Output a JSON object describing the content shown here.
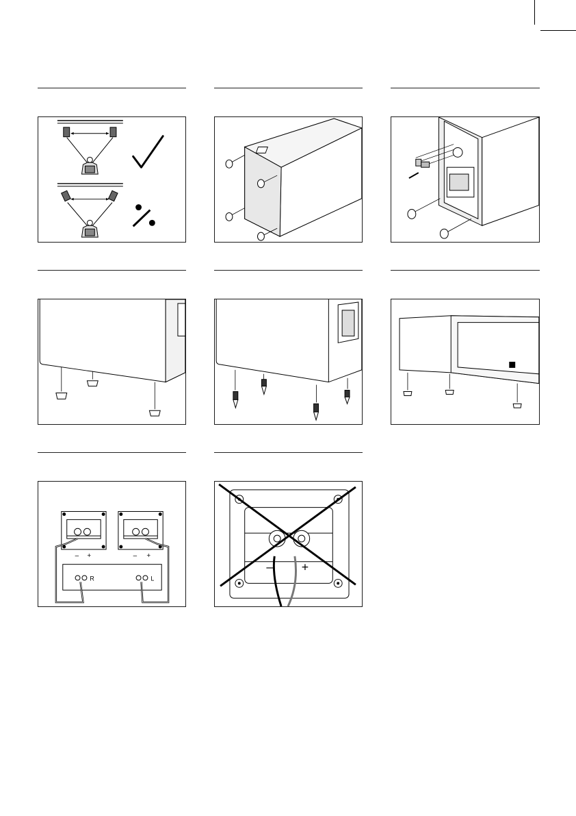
{
  "figures": [
    {
      "id": "speaker-placement",
      "icons": [
        "check-icon",
        "percent-icon"
      ]
    },
    {
      "id": "foot-pads-cabinet-bottom"
    },
    {
      "id": "wall-mount-bracket-back"
    },
    {
      "id": "rubber-feet-front-view"
    },
    {
      "id": "spike-feet-front-view"
    },
    {
      "id": "center-speaker-feet"
    },
    {
      "id": "stereo-wiring",
      "speaker_terminal_signs": [
        "–",
        "+",
        "–",
        "+"
      ],
      "amplifier_channels": [
        "R",
        "L"
      ]
    },
    {
      "id": "wrong-wiring",
      "terminal_signs": [
        "–",
        "+"
      ],
      "icons": [
        "cross-icon"
      ]
    }
  ]
}
